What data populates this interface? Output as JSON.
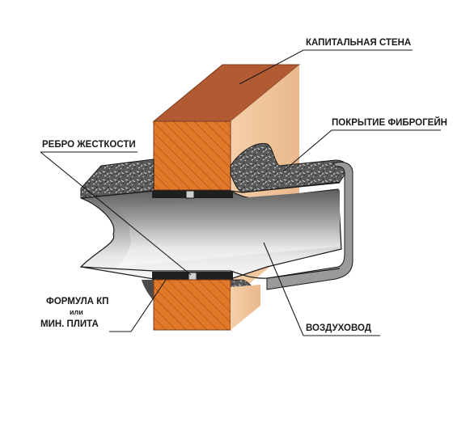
{
  "labels": {
    "wall": "КАПИТАЛЬНАЯ СТЕНА",
    "coating": "ПОКРЫТИЕ ФИБРОГЕЙН",
    "rib": "РЕБРО ЖЕСТКОСТИ",
    "filler_line1": "ФОРМУЛА КП",
    "filler_or": "или",
    "filler_line2": "МИН. ПЛИТА",
    "duct": "ВОЗДУХОВОД"
  },
  "colors": {
    "wall_front": "#e07a2a",
    "wall_top": "#b25a32",
    "wall_side": "#f2c49c",
    "wall_hatch": "#c45a18",
    "duct_light": "#f4f4f4",
    "duct_dark": "#6f6f6f",
    "coating": "#4a4a4a",
    "outline": "#1a1a1a"
  }
}
